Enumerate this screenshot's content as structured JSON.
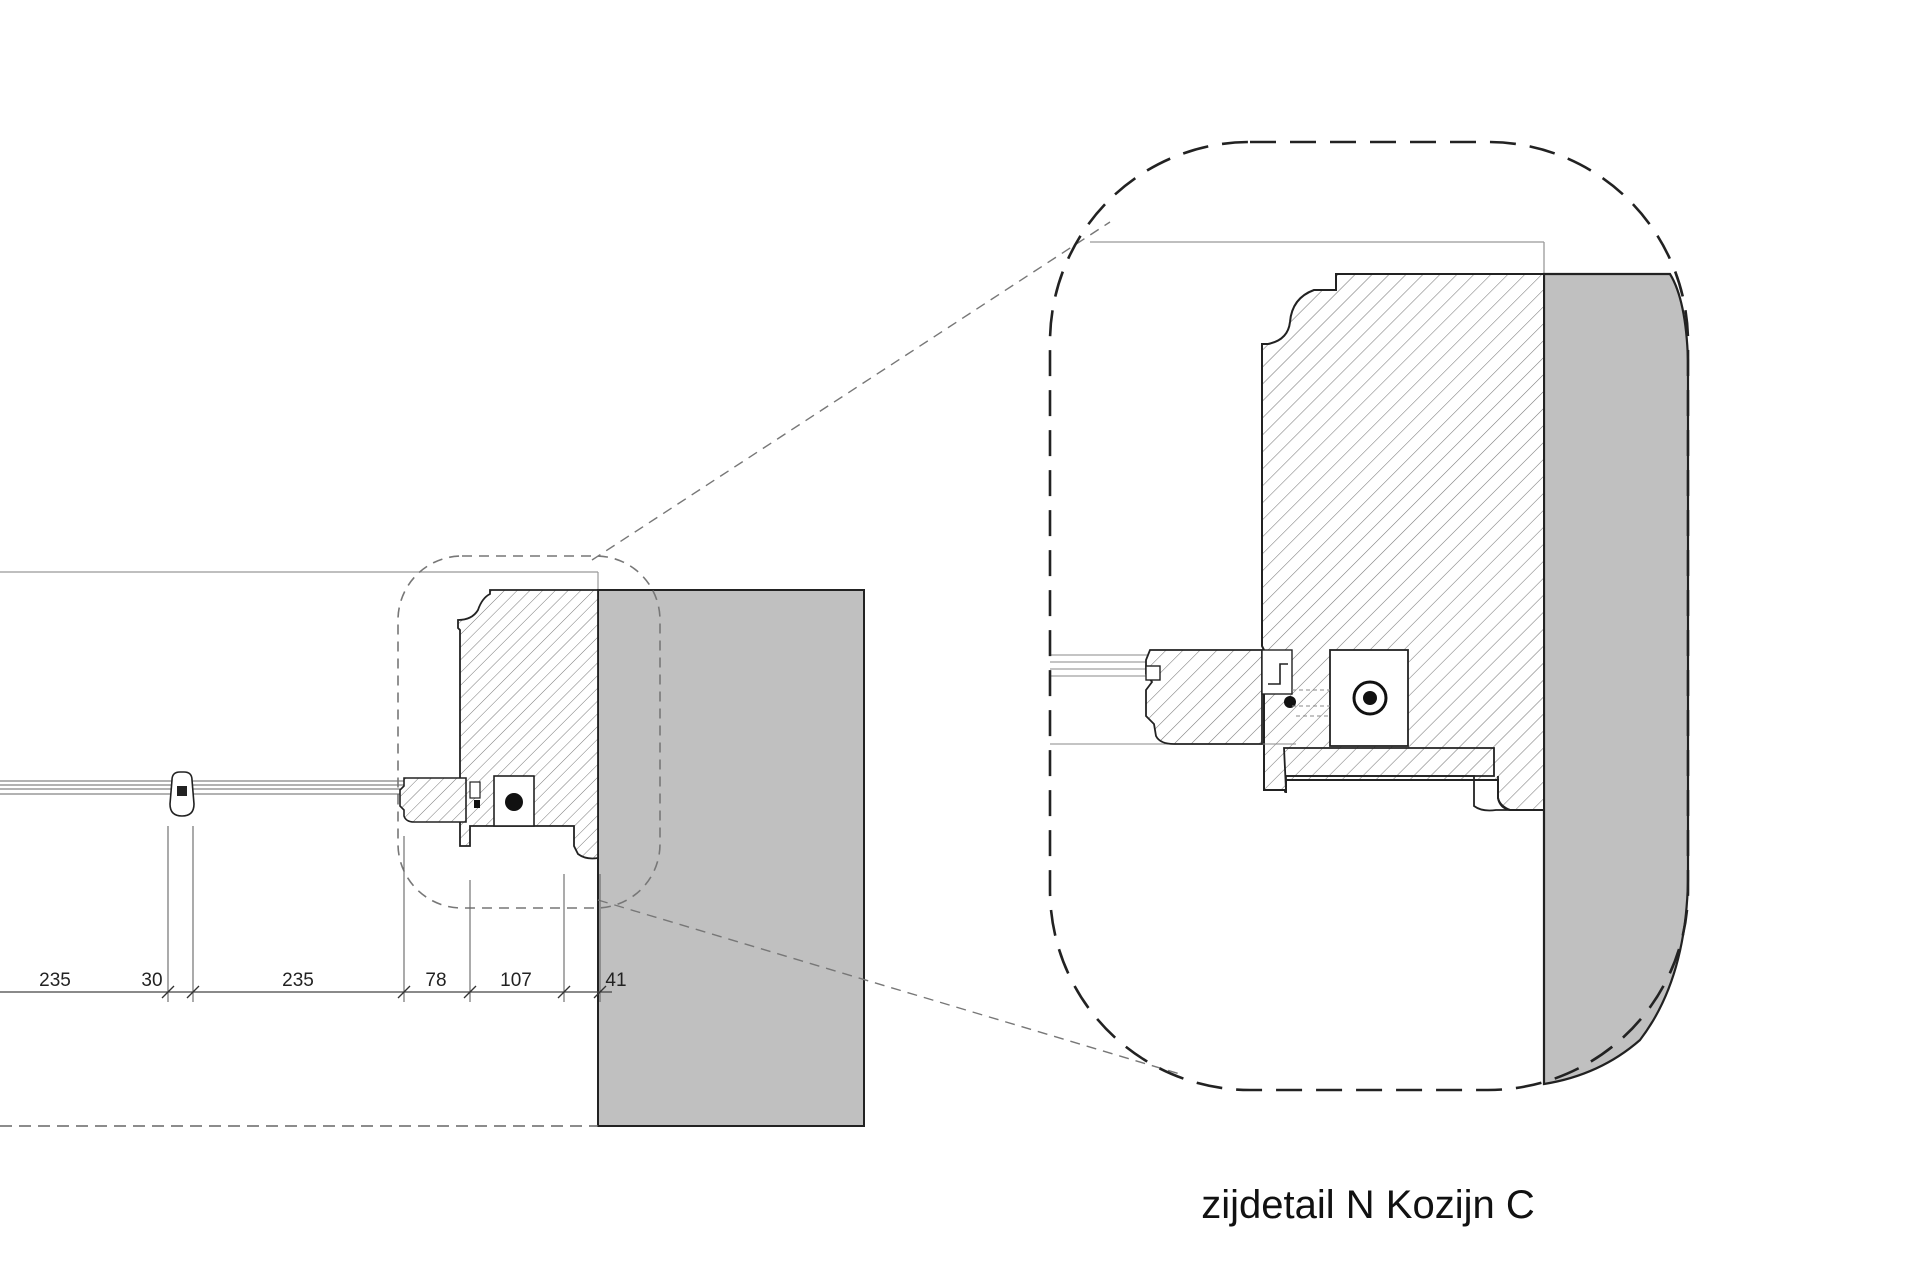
{
  "caption": "zijdetail N Kozijn C",
  "dimensions": {
    "d1": "235",
    "d2": "30",
    "d3": "235",
    "d4": "78",
    "d5": "107",
    "d6": "41"
  },
  "colors": {
    "wall": "#c0c0c0",
    "line": "#222222",
    "hatch": "#777777",
    "guide": "#8a8a8a"
  }
}
